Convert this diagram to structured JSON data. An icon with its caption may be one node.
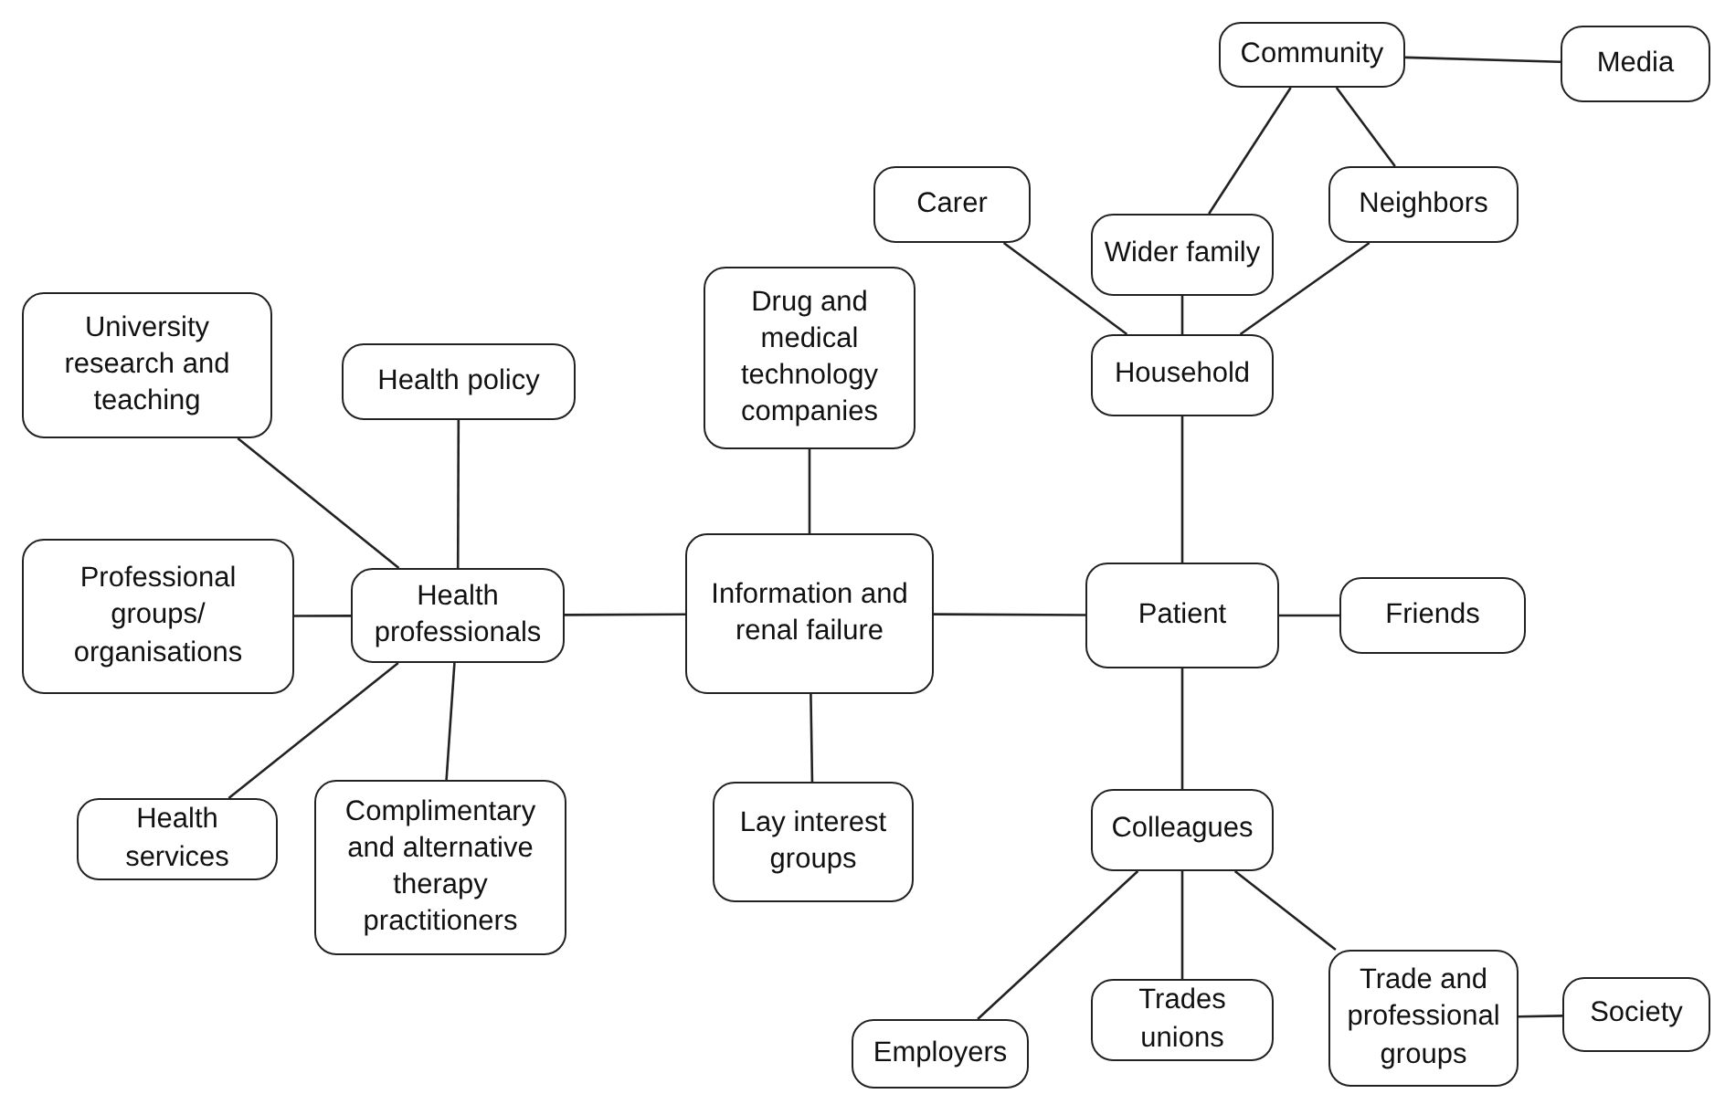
{
  "diagram": {
    "nodes": [
      {
        "text": [
          "Community"
        ]
      },
      {
        "text": [
          "Media"
        ]
      },
      {
        "text": [
          "Carer"
        ]
      },
      {
        "text": [
          "Wider family"
        ]
      },
      {
        "text": [
          "Neighbors"
        ]
      },
      {
        "text": [
          "University research and teaching"
        ]
      },
      {
        "text": [
          "Drug and medical technology companies"
        ]
      },
      {
        "text": [
          "Household"
        ]
      },
      {
        "text": [
          "Health policy"
        ]
      },
      {
        "text": [
          "Professional groups/ organisations"
        ]
      },
      {
        "text": [
          "Health professionals"
        ]
      },
      {
        "text": [
          "Information and renal failure"
        ]
      },
      {
        "text": [
          "Patient"
        ]
      },
      {
        "text": [
          "Friends"
        ]
      },
      {
        "text": [
          "Health services"
        ]
      },
      {
        "text": [
          "Complimentary and alternative therapy practitioners"
        ]
      },
      {
        "text": [
          "Lay interest groups"
        ]
      },
      {
        "text": [
          "Colleagues"
        ]
      },
      {
        "text": [
          "Employers"
        ]
      },
      {
        "text": [
          "Trades unions"
        ]
      },
      {
        "text": [
          "Trade and professional groups"
        ]
      },
      {
        "text": [
          "Society"
        ]
      }
    ],
    "edges": [
      {
        "from": 0,
        "to": 1,
        "arrow": "none"
      },
      {
        "from": 0,
        "to": 3,
        "arrow": "none"
      },
      {
        "from": 0,
        "to": 4,
        "arrow": "none"
      },
      {
        "from": 2,
        "to": 7,
        "arrow": "none"
      },
      {
        "from": 3,
        "to": 7,
        "arrow": "none"
      },
      {
        "from": 4,
        "to": 7,
        "arrow": "none"
      },
      {
        "from": 7,
        "to": 12,
        "arrow": "none"
      },
      {
        "from": 12,
        "to": 13,
        "arrow": "none"
      },
      {
        "from": 12,
        "to": 11,
        "arrow": "none"
      },
      {
        "from": 11,
        "to": 6,
        "arrow": "none"
      },
      {
        "from": 11,
        "to": 16,
        "arrow": "none"
      },
      {
        "from": 11,
        "to": 10,
        "arrow": "none"
      },
      {
        "from": 10,
        "to": 5,
        "arrow": "none"
      },
      {
        "from": 10,
        "to": 8,
        "arrow": "none"
      },
      {
        "from": 10,
        "to": 9,
        "arrow": "none"
      },
      {
        "from": 10,
        "to": 14,
        "arrow": "none"
      },
      {
        "from": 10,
        "to": 15,
        "arrow": "none"
      },
      {
        "from": 12,
        "to": 17,
        "arrow": "none"
      },
      {
        "from": 17,
        "to": 18,
        "arrow": "none"
      },
      {
        "from": 17,
        "to": 19,
        "arrow": "none"
      },
      {
        "from": 17,
        "to": 20,
        "arrow": "none"
      },
      {
        "from": 20,
        "to": 21,
        "arrow": "none"
      }
    ]
  }
}
